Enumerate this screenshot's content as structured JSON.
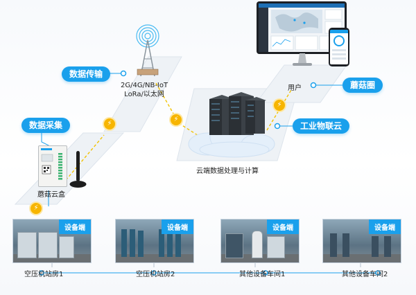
{
  "tags": {
    "transmission": "数据传输",
    "collection": "数据采集",
    "industrial_cloud": "工业物联云",
    "mogu_circle": "蘑菇圈"
  },
  "network": {
    "line1": "2G/4G/NB-IoT",
    "line2": "LoRa/以太网"
  },
  "device_label": "蘑菇云盒",
  "cloud_label": "云端数据处理与计算",
  "user_label": "用户",
  "station_badge": "设备端",
  "stations": [
    "空压机站房1",
    "空压机站房2",
    "其他设备车间1",
    "其他设备车间2"
  ],
  "colors": {
    "accent": "#1aa0ec",
    "bolt": "#f7b500",
    "link": "#f2c200"
  }
}
